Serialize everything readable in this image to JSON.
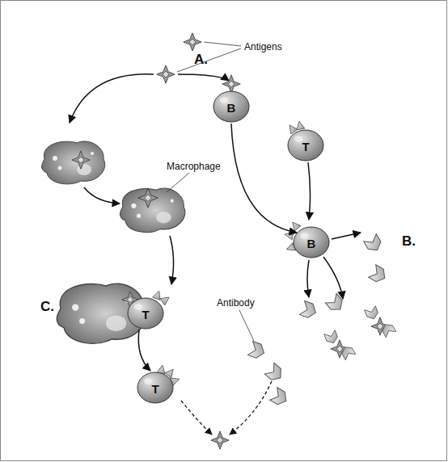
{
  "diagram": {
    "nodes": [
      {
        "text": [
          "B"
        ]
      },
      {
        "text": [
          "T"
        ]
      },
      {
        "text": [
          "B"
        ]
      },
      {
        "text": [
          "T"
        ]
      },
      {
        "text": [
          "T"
        ]
      }
    ],
    "edges": [
      {
        "from": 0,
        "to": 2,
        "arrow": "to"
      },
      {
        "from": 1,
        "to": 2,
        "arrow": "to"
      },
      {
        "from": 3,
        "to": 4,
        "arrow": "to"
      }
    ],
    "labels": [
      "A.",
      "Antigens",
      "Macrophage",
      "B.",
      "C.",
      "Antibody"
    ]
  }
}
